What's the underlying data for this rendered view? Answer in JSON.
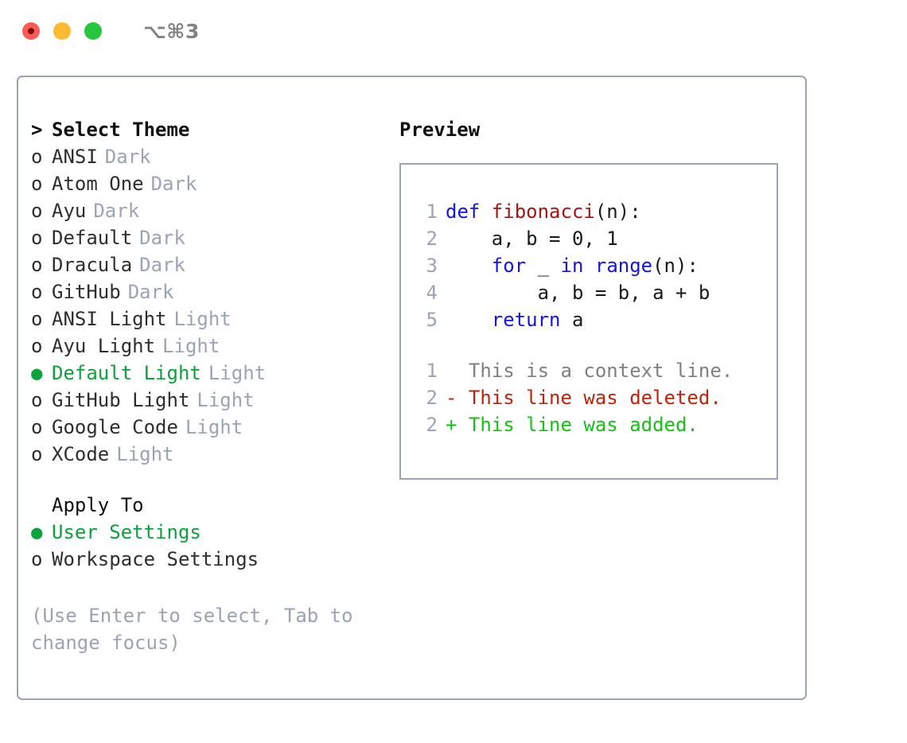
{
  "titlebar": {
    "traffic_lights": [
      {
        "name": "close",
        "color": "#fb5b54"
      },
      {
        "name": "minimize",
        "color": "#fcbb2e"
      },
      {
        "name": "zoom",
        "color": "#27c63f"
      }
    ],
    "shortcut": "⌥⌘3"
  },
  "theme_picker": {
    "header_prefix": ">",
    "header": "Select Theme",
    "unselected_bullet": "o",
    "selected_bullet": "●",
    "items": [
      {
        "label": "ANSI",
        "variant": "Dark",
        "selected": false
      },
      {
        "label": "Atom One",
        "variant": "Dark",
        "selected": false
      },
      {
        "label": "Ayu",
        "variant": "Dark",
        "selected": false
      },
      {
        "label": "Default",
        "variant": "Dark",
        "selected": false
      },
      {
        "label": "Dracula",
        "variant": "Dark",
        "selected": false
      },
      {
        "label": "GitHub",
        "variant": "Dark",
        "selected": false
      },
      {
        "label": "ANSI Light",
        "variant": "Light",
        "selected": false
      },
      {
        "label": "Ayu Light",
        "variant": "Light",
        "selected": false
      },
      {
        "label": "Default Light",
        "variant": "Light",
        "selected": true
      },
      {
        "label": "GitHub Light",
        "variant": "Light",
        "selected": false
      },
      {
        "label": "Google Code",
        "variant": "Light",
        "selected": false
      },
      {
        "label": "XCode",
        "variant": "Light",
        "selected": false
      }
    ]
  },
  "apply_to": {
    "header": "Apply To",
    "items": [
      {
        "label": "User Settings",
        "selected": true
      },
      {
        "label": "Workspace Settings",
        "selected": false
      }
    ]
  },
  "hint": "(Use Enter to select, Tab to change focus)",
  "preview": {
    "title": "Preview",
    "code_lines": [
      {
        "lineno": "1",
        "segments": [
          {
            "text": "def ",
            "style": "kw"
          },
          {
            "text": "fibonacci",
            "style": "fn"
          },
          {
            "text": "(n):",
            "style": "plain"
          }
        ]
      },
      {
        "lineno": "2",
        "segments": [
          {
            "text": "    a, b = 0, 1",
            "style": "plain"
          }
        ]
      },
      {
        "lineno": "3",
        "segments": [
          {
            "text": "    ",
            "style": "plain"
          },
          {
            "text": "for",
            "style": "kw"
          },
          {
            "text": " _ ",
            "style": "plain"
          },
          {
            "text": "in range",
            "style": "kw"
          },
          {
            "text": "(n):",
            "style": "plain"
          }
        ]
      },
      {
        "lineno": "4",
        "segments": [
          {
            "text": "        a, b = b, a + b",
            "style": "plain"
          }
        ]
      },
      {
        "lineno": "5",
        "segments": [
          {
            "text": "    ",
            "style": "plain"
          },
          {
            "text": "return",
            "style": "kw"
          },
          {
            "text": " a",
            "style": "plain"
          }
        ]
      }
    ],
    "diff_lines": [
      {
        "lineno": "1",
        "marker": " ",
        "text": "  This is a context line.",
        "style": "ctx"
      },
      {
        "lineno": "2",
        "marker": "-",
        "text": "- This line was deleted.",
        "style": "del"
      },
      {
        "lineno": "2",
        "marker": "+",
        "text": "+ This line was added.",
        "style": "add"
      }
    ]
  },
  "colors": {
    "accent_green": "#0aa23a",
    "border": "#9aa4b3",
    "muted": "#9aa4b3",
    "keyword_blue": "#1414e6",
    "function_red": "#a81410",
    "diff_deleted": "#c0220a",
    "diff_added": "#15c215"
  }
}
